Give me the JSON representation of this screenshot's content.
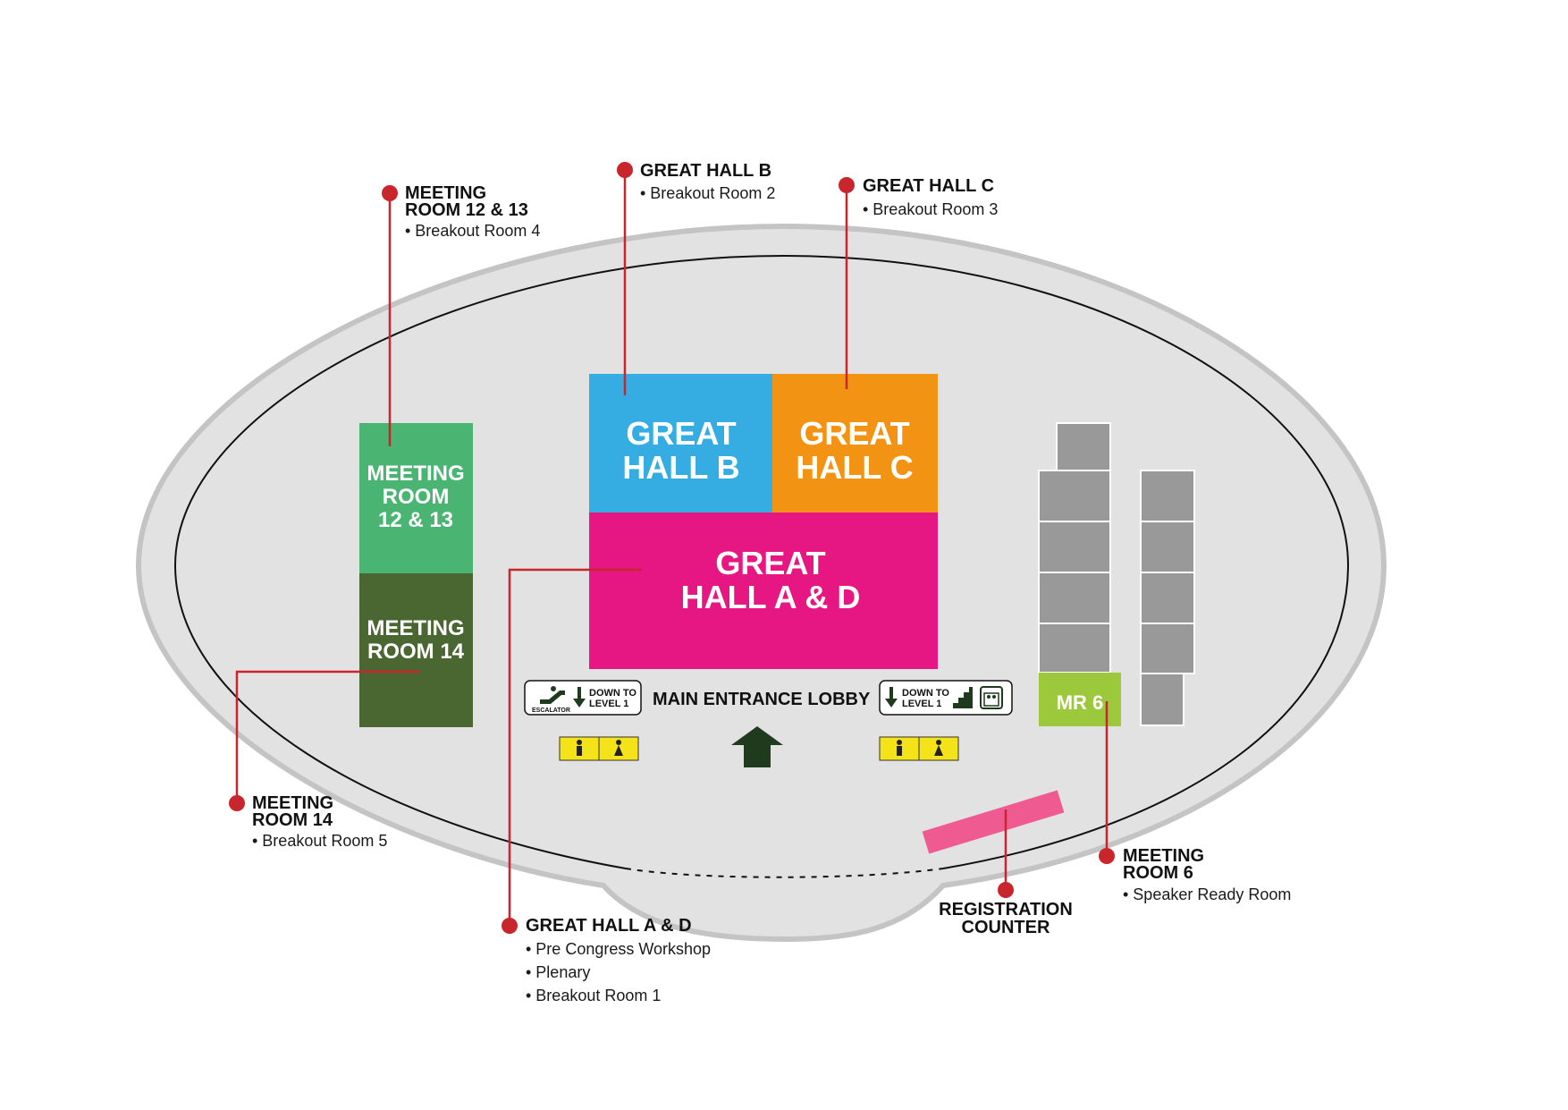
{
  "colors": {
    "venue_fill": "#e2e2e2",
    "venue_outline": "#c4c4c4",
    "inner_line": "#111111",
    "great_hall_b": "#36ade2",
    "great_hall_c": "#f39314",
    "great_hall_ad": "#e61782",
    "meeting_room_12_13": "#4ab573",
    "meeting_room_14": "#4a6732",
    "mr6": "#9cc83c",
    "gray_rooms": "#999999",
    "registration_counter": "#ef5b90",
    "callout_line": "#c9252c",
    "restroom_yellow": "#f5e31a",
    "arrow": "#1f3a1d"
  },
  "rooms": {
    "great_hall_b": [
      "GREAT",
      "HALL B"
    ],
    "great_hall_c": [
      "GREAT",
      "HALL C"
    ],
    "great_hall_ad": [
      "GREAT",
      "HALL A & D"
    ],
    "meeting_room_12_13": [
      "MEETING",
      "ROOM",
      "12 & 13"
    ],
    "meeting_room_14": [
      "MEETING",
      "ROOM 14"
    ],
    "mr6": "MR 6"
  },
  "lobby": {
    "label": "MAIN ENTRANCE LOBBY",
    "left_sign": {
      "caption": "ESCALATOR",
      "text": [
        "DOWN TO",
        "LEVEL 1"
      ],
      "icon": "escalator-icon"
    },
    "right_sign": {
      "text": [
        "DOWN TO",
        "LEVEL 1"
      ],
      "icons": [
        "stairs-icon",
        "lift-icon"
      ]
    },
    "restroom_icons": [
      "male-restroom-icon",
      "female-restroom-icon"
    ],
    "entrance_icon": "up-arrow-icon"
  },
  "callouts": {
    "meeting_room_12_13": {
      "title": [
        "MEETING",
        "ROOM 12 & 13"
      ],
      "items": [
        "• Breakout Room 4"
      ]
    },
    "great_hall_b": {
      "title": [
        "GREAT HALL B"
      ],
      "items": [
        "• Breakout Room 2"
      ]
    },
    "great_hall_c": {
      "title": [
        "GREAT HALL C"
      ],
      "items": [
        "• Breakout Room 3"
      ]
    },
    "meeting_room_14": {
      "title": [
        "MEETING",
        "ROOM 14"
      ],
      "items": [
        "• Breakout Room 5"
      ]
    },
    "great_hall_ad": {
      "title": [
        "GREAT HALL A & D"
      ],
      "items": [
        "• Pre Congress Workshop",
        "• Plenary",
        "• Breakout Room 1"
      ]
    },
    "registration_counter": {
      "title": [
        "REGISTRATION",
        "COUNTER"
      ],
      "items": []
    },
    "meeting_room_6": {
      "title": [
        "MEETING",
        "ROOM 6"
      ],
      "items": [
        "• Speaker Ready Room"
      ]
    }
  }
}
